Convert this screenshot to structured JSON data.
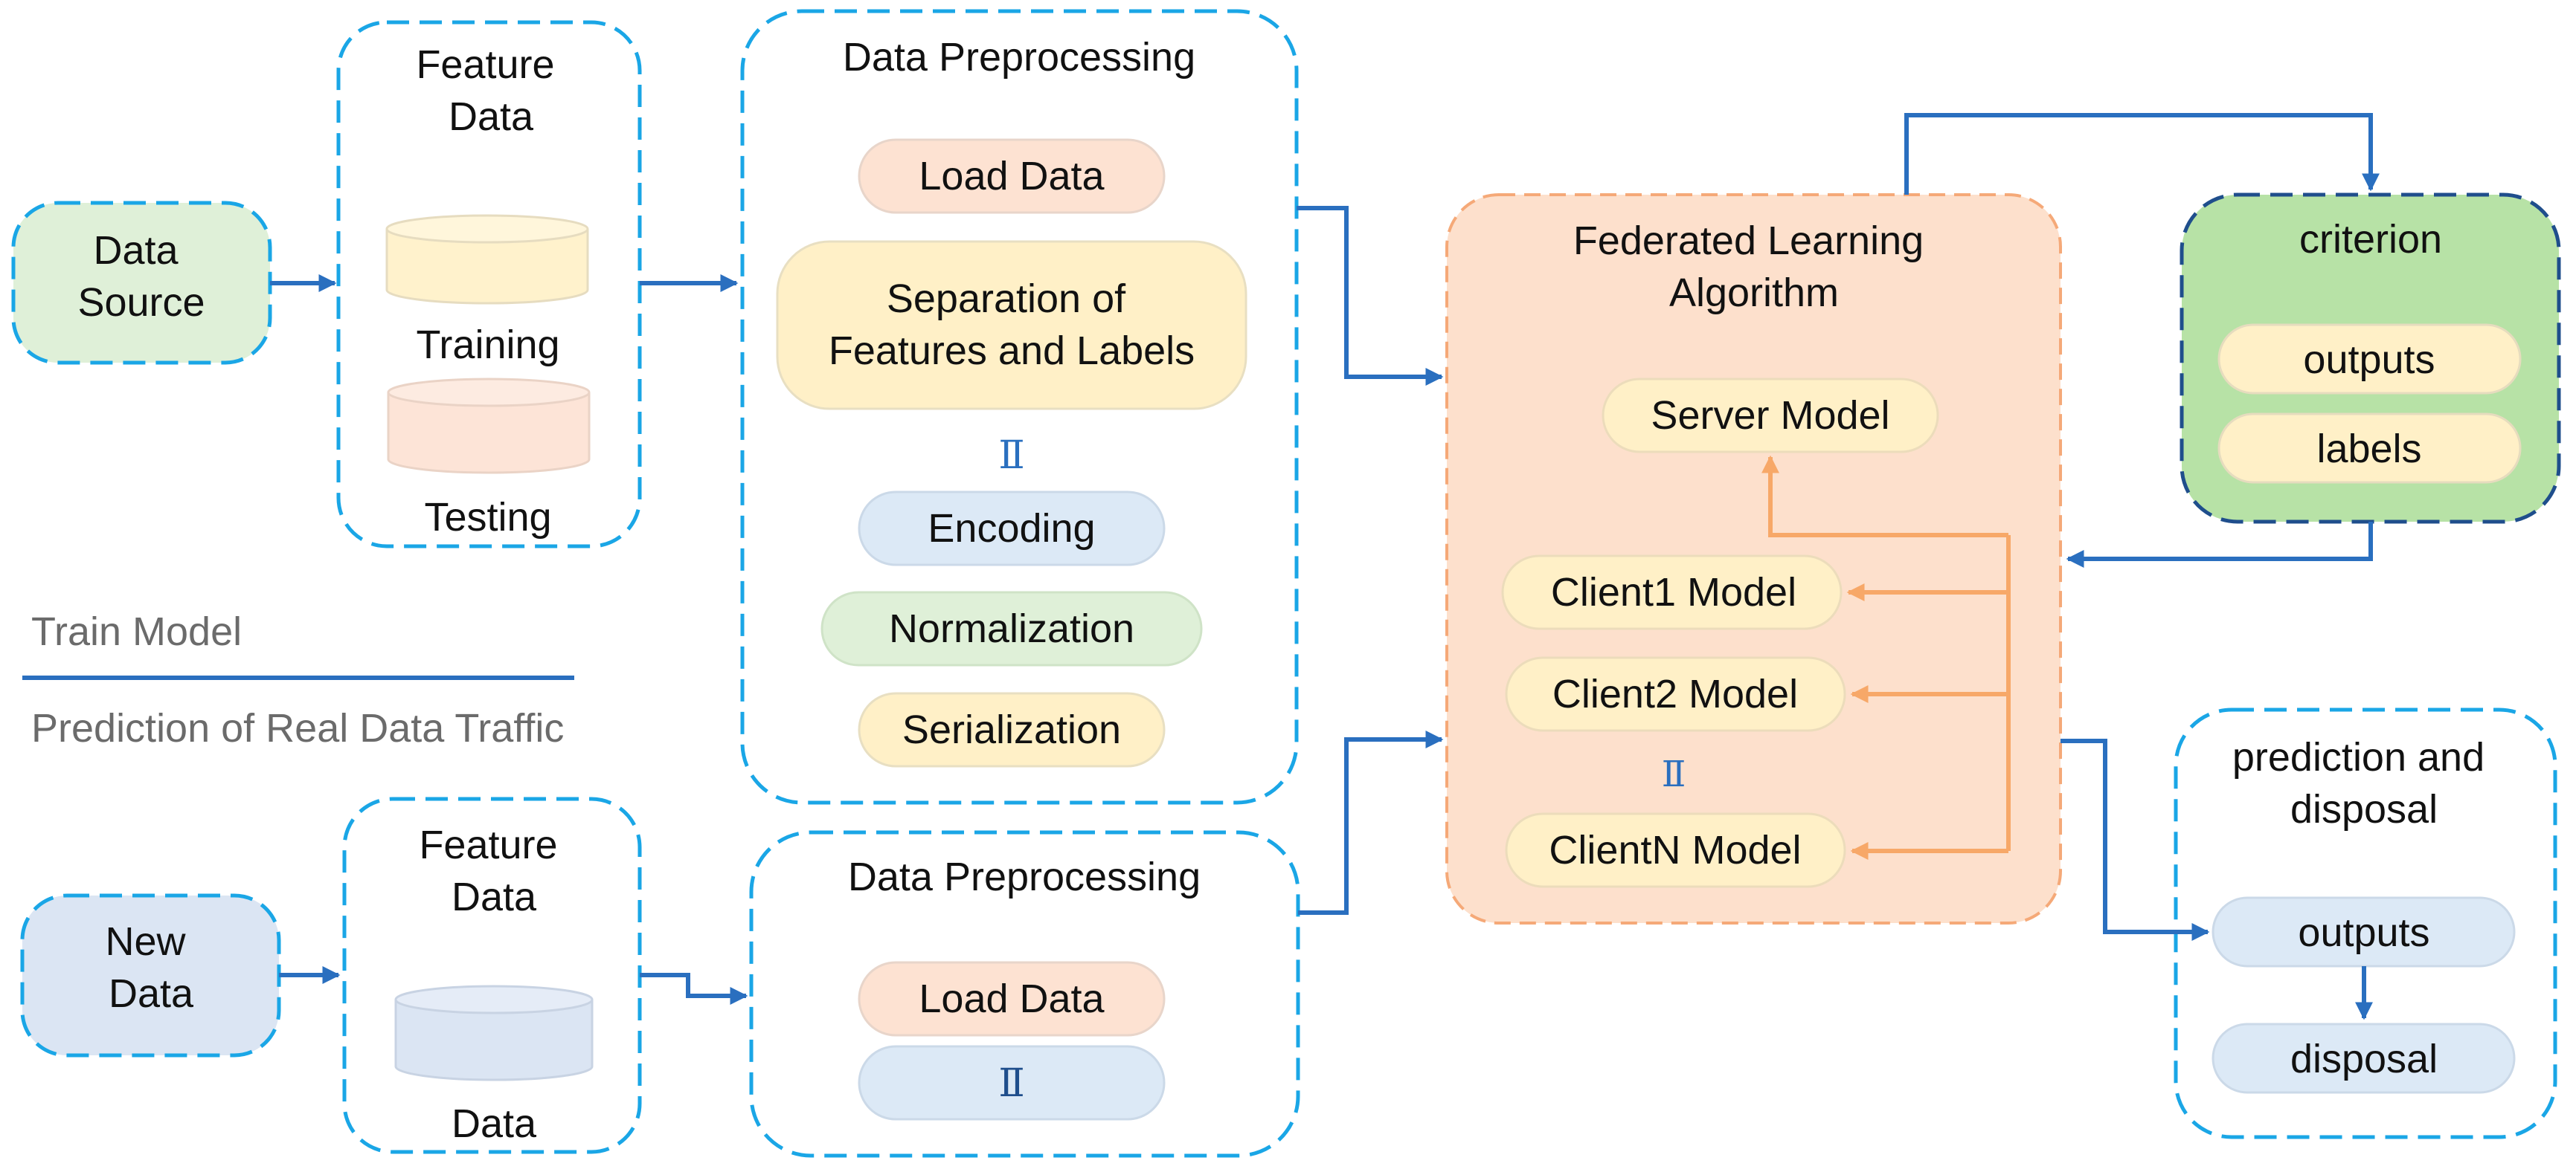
{
  "colors": {
    "dash_blue": "#1aa6e6",
    "dark_blue": "#1f4e8c",
    "arrow_blue": "#2a6fbf",
    "orange_arrow": "#f7a868",
    "orange_dash": "#f5a978",
    "fl_fill": "#fde0cc",
    "peach": "#fde2d2",
    "cream": "#fff0c7",
    "light_blue": "#dce9f6",
    "light_green": "#dff0d8",
    "green_panel": "#b7e2a6",
    "cyl_yellow": "#fff2cc",
    "cyl_pink": "#fde4d7",
    "cyl_blue": "#dbe5f3",
    "gray_text": "#6b6b6b"
  },
  "train": {
    "data_source": [
      "Data",
      "Source"
    ],
    "feature_data": [
      "Feature",
      "Data"
    ],
    "training": "Training",
    "testing": "Testing",
    "preprocessing": {
      "title": "Data Preprocessing",
      "load_data": "Load Data",
      "separation": [
        "Separation of",
        "Features and Labels"
      ],
      "encoding": "Encoding",
      "normalization": "Normalization",
      "serialization": "Serialization",
      "equiv_symbol": "Ⅱ"
    }
  },
  "legend": {
    "train_model": "Train Model",
    "prediction": "Prediction of Real Data Traffic"
  },
  "predict": {
    "new_data": [
      "New",
      "Data"
    ],
    "feature_data": [
      "Feature",
      "Data"
    ],
    "data": "Data",
    "preprocessing": {
      "title": "Data Preprocessing",
      "load_data": "Load Data",
      "equiv_symbol": "Ⅱ"
    }
  },
  "federated": {
    "title": [
      "Federated Learning",
      "Algorithm"
    ],
    "server": "Server Model",
    "client1": "Client1 Model",
    "client2": "Client2 Model",
    "clientN": "ClientN Model",
    "equiv_symbol": "Ⅱ"
  },
  "criterion": {
    "title": "criterion",
    "outputs": "outputs",
    "labels": "labels"
  },
  "prediction_disposal": {
    "title": [
      "prediction and",
      "disposal"
    ],
    "outputs": "outputs",
    "disposal": "disposal"
  }
}
